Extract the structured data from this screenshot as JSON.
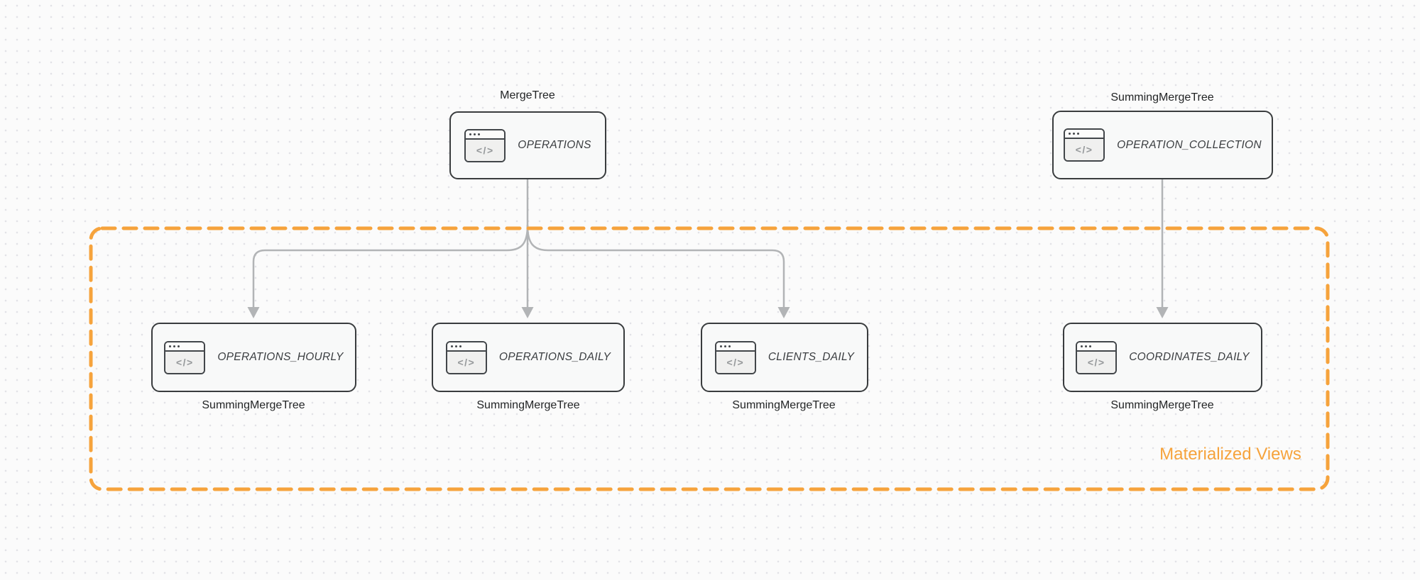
{
  "diagram": {
    "group_label": "Materialized Views",
    "icon_glyph": "</>",
    "nodes": [
      {
        "id": "operations",
        "table": "OPERATIONS",
        "engine": "MergeTree",
        "engine_position": "above"
      },
      {
        "id": "operation_collection",
        "table": "OPERATION_COLLECTION",
        "engine": "SummingMergeTree",
        "engine_position": "above"
      },
      {
        "id": "operations_hourly",
        "table": "OPERATIONS_HOURLY",
        "engine": "SummingMergeTree",
        "engine_position": "below"
      },
      {
        "id": "operations_daily",
        "table": "OPERATIONS_DAILY",
        "engine": "SummingMergeTree",
        "engine_position": "below"
      },
      {
        "id": "clients_daily",
        "table": "CLIENTS_DAILY",
        "engine": "SummingMergeTree",
        "engine_position": "below"
      },
      {
        "id": "coordinates_daily",
        "table": "COORDINATES_DAILY",
        "engine": "SummingMergeTree",
        "engine_position": "below"
      }
    ],
    "edges": [
      {
        "from": "OPERATIONS",
        "to": "OPERATIONS_HOURLY"
      },
      {
        "from": "OPERATIONS",
        "to": "OPERATIONS_DAILY"
      },
      {
        "from": "OPERATIONS",
        "to": "CLIENTS_DAILY"
      },
      {
        "from": "OPERATION_COLLECTION",
        "to": "COORDINATES_DAILY"
      }
    ],
    "colors": {
      "accent_orange": "#f6a33c",
      "node_border": "#393c3e",
      "node_fill": "#f8f9f9",
      "arrow_gray": "#b2b4b6",
      "engine_label": "#232526",
      "table_label": "#3a3d40"
    }
  }
}
